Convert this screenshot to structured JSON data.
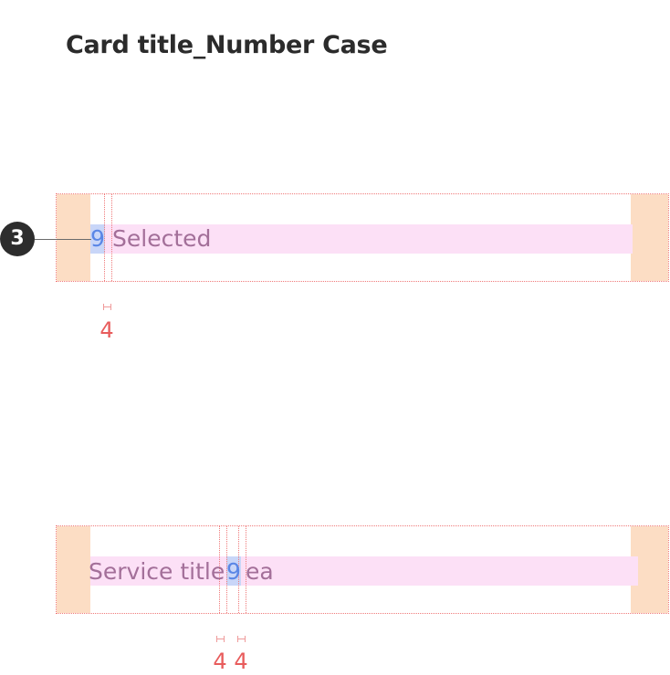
{
  "title": "Card title_Number Case",
  "case1": {
    "badge": "3",
    "number": "9",
    "text": "Selected",
    "gap": "4"
  },
  "case2": {
    "text_before": "Service title",
    "number": "9",
    "text_after": "ea",
    "gap_left": "4",
    "gap_right": "4"
  },
  "colors": {
    "padding": "#fcddc4",
    "text_highlight": "#fce0f6",
    "number_highlight": "#c9d6f8",
    "guide": "#ef7a7a",
    "measure": "#e85c5c",
    "badge": "#2d2d2d"
  }
}
